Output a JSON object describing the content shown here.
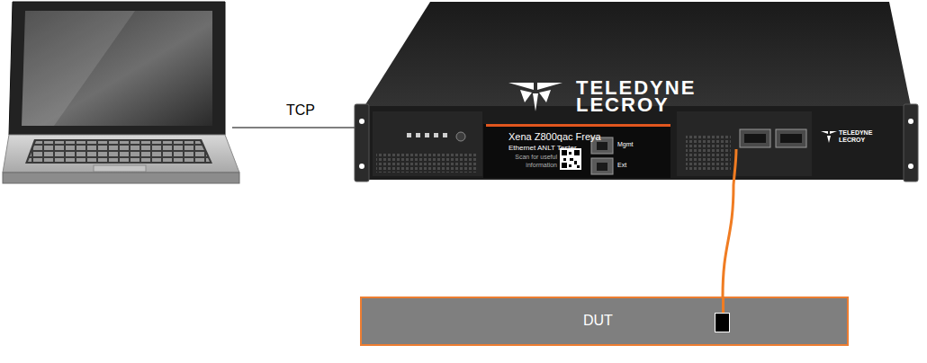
{
  "diagram": {
    "nodes": [
      {
        "text": [
          "TELEDYNE LECROY",
          "Xena Z800qac Freya",
          "Ethernet ANLT Tester",
          "Scan for useful information",
          "Mgmt",
          "Ext",
          "TELEDYNE LECROY"
        ]
      },
      {
        "text": [
          "DUT"
        ]
      }
    ],
    "edges": [
      {
        "from": 0,
        "to": 1,
        "arrow": "none"
      }
    ],
    "labels": [
      "TCP"
    ]
  }
}
